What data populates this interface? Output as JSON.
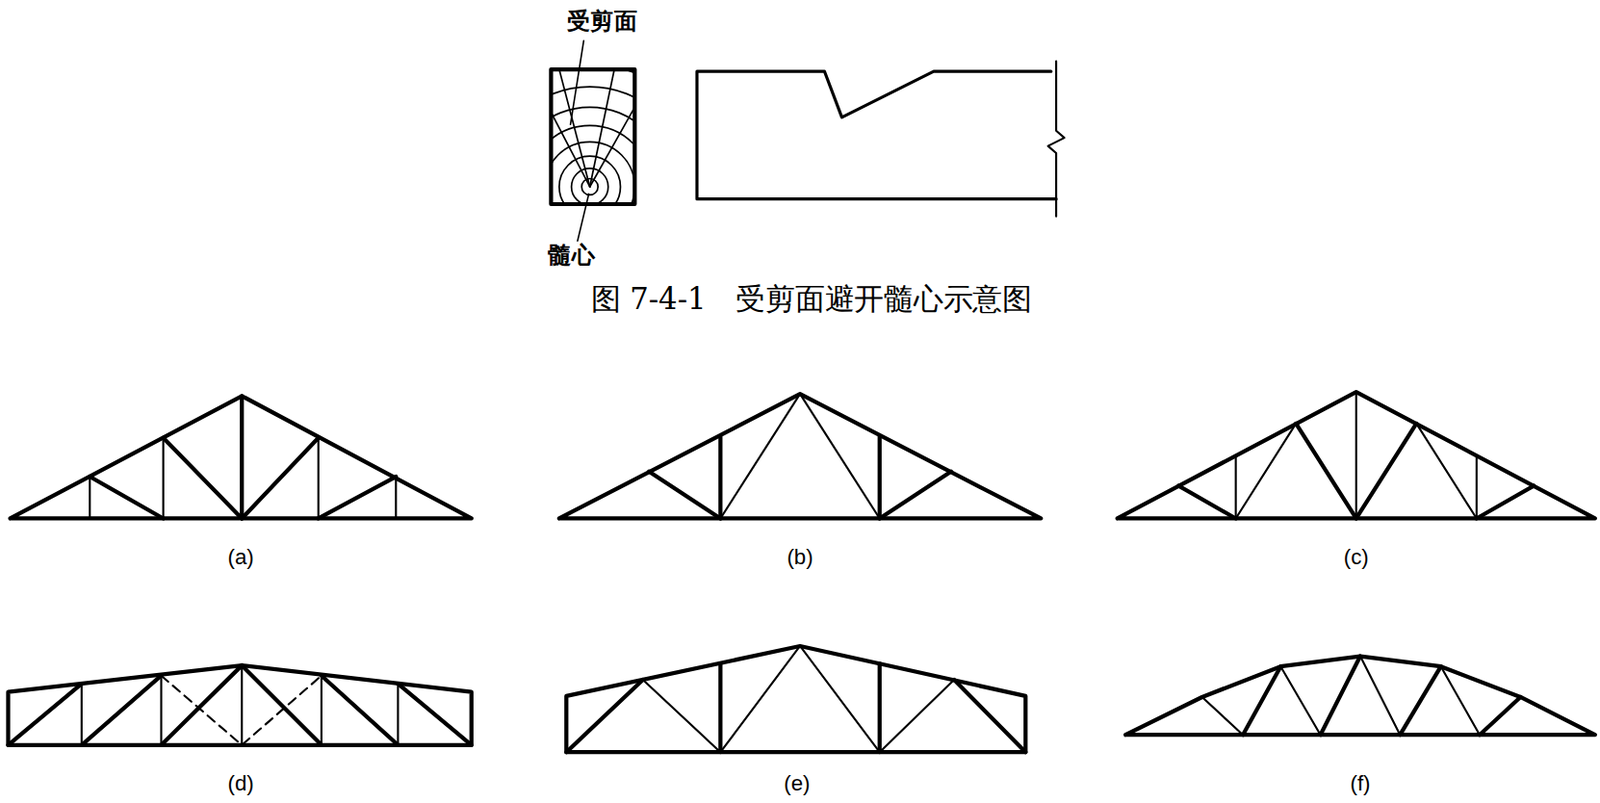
{
  "diagram": {
    "caption": "图 7-4-1　受剪面避开髓心示意图",
    "labels": [
      "受剪面",
      "髓心",
      "(a)",
      "(b)",
      "(c)",
      "(d)",
      "(e)",
      "(f)"
    ]
  }
}
